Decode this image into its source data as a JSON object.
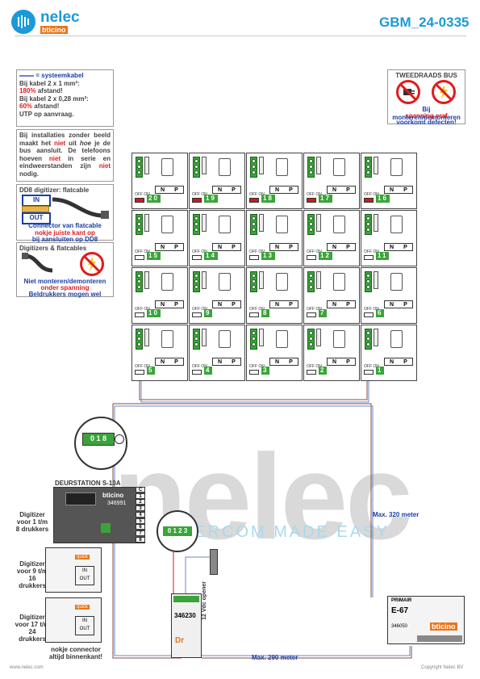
{
  "header": {
    "brand_name": "nelec",
    "brand_sub": "bticino",
    "document_code": "GBM_24-0335"
  },
  "notes": {
    "cable": {
      "title": "= systeemkabel",
      "line1": "Bij kabel 2 x 1 mm²:",
      "line1_value": "180%",
      "line1_suffix": "afstand!",
      "line2": "Bij kabel 2 x 0,28 mm²:",
      "line2_value": "60%",
      "line2_suffix": "afstand!",
      "line3": "UTP op aanvraag."
    },
    "install": {
      "text_a": "Bij installaties zonder beeld maakt het",
      "word_niet1": "niet",
      "text_b": "uit",
      "word_hoe": "hoe",
      "text_c": "je de bus aansluit. De telefoons hoeven",
      "word_niet2": "niet",
      "text_d": "in serie en eindweerstanden zijn",
      "word_niet3": "niet",
      "text_e": "nodig."
    },
    "dd8": {
      "title": "DD8 digitizer: flatcable",
      "in_label": "IN",
      "out_label": "OUT",
      "line1": "Connector van flatcable",
      "line2": "nokje juiste kant op",
      "line3": "bij aansluiten op DD8"
    },
    "digitizers": {
      "title": "Digitizers & flatcables",
      "line1": "Niet monteren/demonteren",
      "line2": "onder spanning",
      "line3": "Beldrukkers mogen wel"
    },
    "bus": {
      "title": "TWEEDRAADS BUS",
      "line1": "Bij monteren/demonteren",
      "line2": "spanning eraf",
      "line3": "voorkomt defecten!"
    }
  },
  "apartments": {
    "np_n": "N",
    "np_p": "P",
    "offon": "OFF ON",
    "rows": [
      [
        "20",
        "19",
        "18",
        "17",
        "16"
      ],
      [
        "15",
        "14",
        "13",
        "12",
        "11"
      ],
      [
        "10",
        "9",
        "8",
        "7",
        "6"
      ],
      [
        "5",
        "4",
        "3",
        "2",
        "1"
      ]
    ]
  },
  "door_station": {
    "title": "DEURSTATION S-10A",
    "brand": "bticino",
    "model": "346991",
    "display_digits": "0 1 8",
    "terminals": [
      "C",
      "1",
      "2",
      "3",
      "4",
      "5",
      "6",
      "7",
      "8"
    ]
  },
  "digitizers": {
    "d1": "Digitizer voor 1 t/m 8 drukkers",
    "d2": "Digitizer voor 9 t/m 16 drukkers",
    "d3": "Digitizer voor 17 t/m 24 drukkers",
    "brand": "quick",
    "in_label": "IN",
    "out_label": "OUT",
    "note": "nokje connector altijd binnenkant!"
  },
  "interface": {
    "model": "346230",
    "brand": "Dr",
    "display_digits": "0 1 2 3"
  },
  "opener": {
    "label": "12 Vdc opener"
  },
  "power_supply": {
    "title": "PRIMAIR",
    "model": "E-67",
    "brand": "bticino",
    "code": "346050"
  },
  "distances": {
    "max_320": "Max. 320 meter",
    "max_290": "Max. 290 meter"
  },
  "footer": {
    "url": "www.nelec.com",
    "copyright": "Copyright Nelec BV"
  },
  "watermark": {
    "main": "nelec",
    "tag": "INTERCOM MADE EASY"
  },
  "colors": {
    "brand_blue": "#1a9ad8",
    "terminal_green": "#3aa43a",
    "warning_red": "#e21b1b"
  }
}
